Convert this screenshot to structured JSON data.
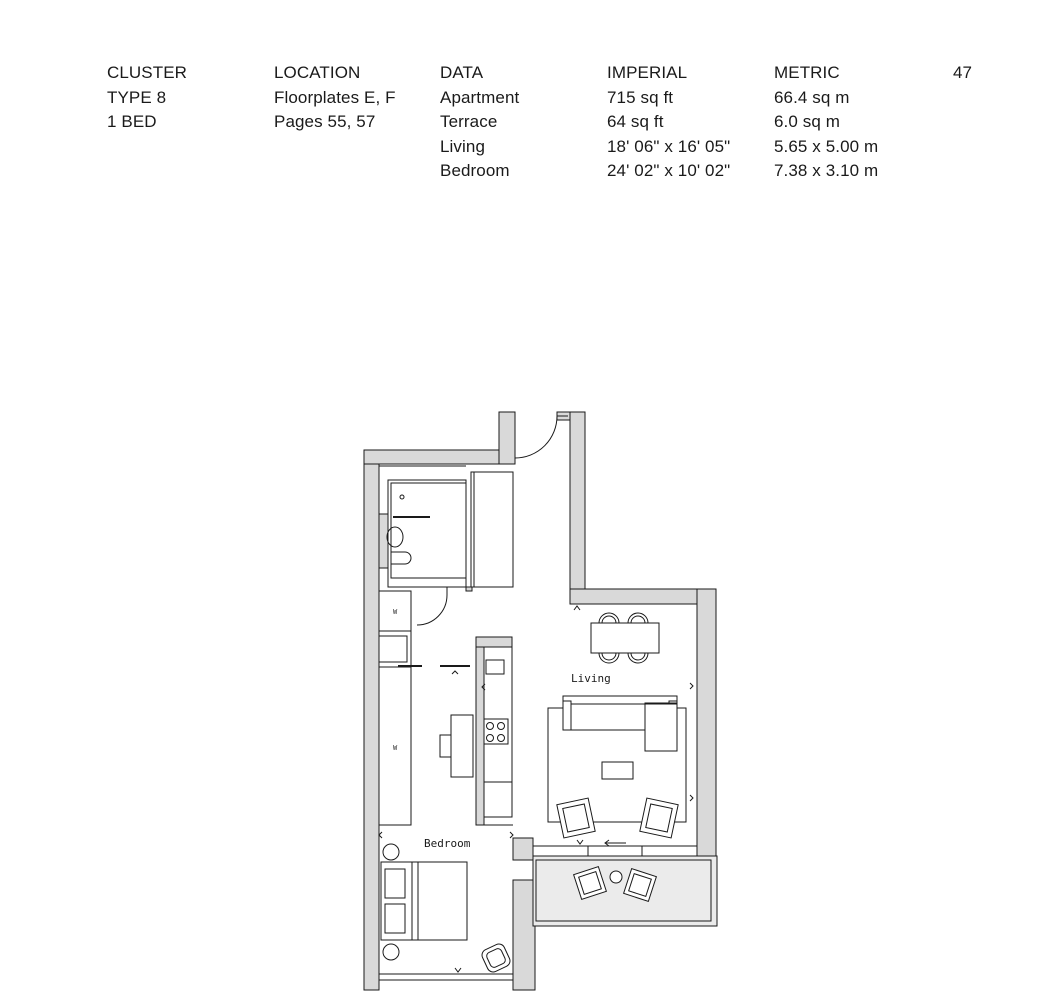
{
  "spec_table": {
    "cluster": {
      "header": "CLUSTER",
      "lines": [
        "TYPE 8",
        "1 BED"
      ]
    },
    "location": {
      "header": "LOCATION",
      "lines": [
        "Floorplates E, F",
        "Pages 55, 57"
      ]
    },
    "data": {
      "header": "DATA",
      "lines": [
        "Apartment",
        "Terrace",
        "Living",
        "Bedroom"
      ]
    },
    "imperial": {
      "header": "IMPERIAL",
      "lines": [
        "715 sq ft",
        "64 sq ft",
        "18' 06\" x 16' 05\"",
        "24' 02\" x 10' 02\""
      ]
    },
    "metric": {
      "header": "METRIC",
      "lines": [
        "66.4 sq m",
        "6.0 sq m",
        "5.65 x 5.00 m",
        "7.38 x 3.10 m"
      ]
    }
  },
  "page_number": "47",
  "floorplan": {
    "room_labels": {
      "living": "Living",
      "bedroom": "Bedroom"
    },
    "wardrobe_marks": [
      "W",
      "W"
    ],
    "colors": {
      "wall_fill": "#d9d9d9",
      "terrace_fill": "#ebebeb",
      "line": "#1a1a1a"
    }
  }
}
